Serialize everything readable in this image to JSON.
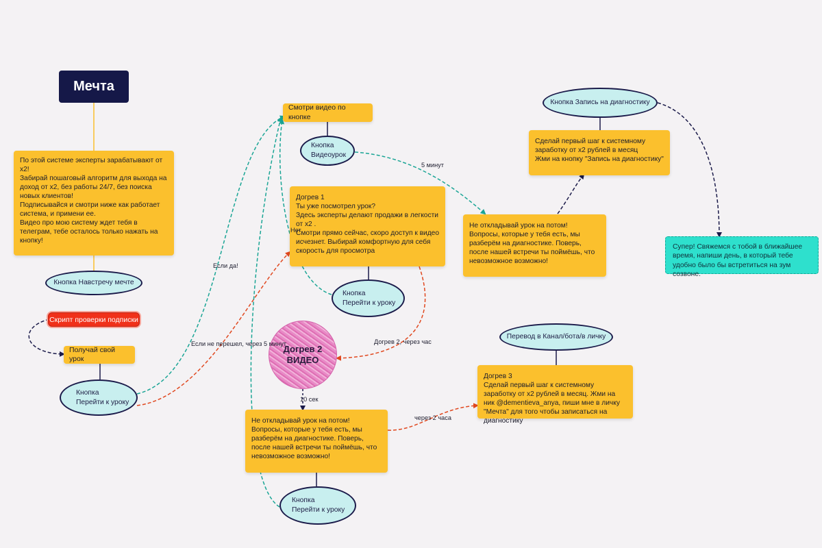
{
  "nodes": {
    "title": "Мечта",
    "intro": "По этой системе эксперты зарабатывают от х2!\nЗабирай пошаговый алгоритм для выхода на доход от х2, без работы 24/7, без поиска новых клиентов!\nПодписывайся и смотри ниже как работает система, и примени ее.\nВидео про мою систему ждет тебя в телеграм, тебе осталось только нажать на кнопку!",
    "btn_dream": "Кнопка Навстречу мечте",
    "sub_check": "Скрипт проверки подписки",
    "get_lesson": "Получай свой урок",
    "btn_lesson_1": "Кнопка\nПерейти к уроку",
    "watch_video": "Смотри видео по кнопке",
    "btn_video": "Кнопка\nВидеоурок",
    "nudge1": "Догрев 1\nТы уже посмотрел урок?\nЗдесь эксперты делают продажи в легкости от х2 .\nСмотри прямо сейчас, скоро доступ к видео исчезнет. Выбирай комфортную для себя скорость для просмотра",
    "btn_lesson_2": "Кнопка\nПерейти к уроку",
    "dont_delay_1": "Не откладывай урок на потом!\nВопросы, которые у тебя есть, мы разберём на диагностике. Поверь, после нашей встречи ты поймёшь, что невозможное возможно!",
    "first_step": "Сделай первый шаг к системному заработку от х2 рублей в месяц\nЖми на кнопку \"Запись на диагностику\"",
    "btn_diag": "Кнопка Запись на диагностику",
    "super": "Супер! Свяжемся с тобой в ближайшее время, напиши день, в который тебе удобно было бы встретиться на зум созвоне.",
    "nudge2_video": "Догрев 2\nВИДЕО",
    "dont_delay_2": "Не откладывай урок на потом!\nВопросы, которые у тебя есть, мы разберём на диагностике. Поверь, после нашей встречи ты поймёшь, что невозможное возможно!",
    "btn_lesson_3": "Кнопка\nПерейти к уроку",
    "nudge3": "Догрев 3\nСделай первый шаг к системному заработку от х2 рублей в месяц. Жми на ник @dementieva_anya, пиши мне в личку \"Мечта\" для того чтобы записаться на диагностику",
    "transfer": "Перевод в Канал/бота/в личку"
  },
  "edge_labels": {
    "five_min": "5 минут",
    "if_yes": "Если да!",
    "if_no": "Нет",
    "if_not_5min": "Если не перешел, через 5 минут",
    "nudge2_hour": "Догрев 2, через час",
    "ten_sec": "10 сек",
    "two_hours": "через 2 часа"
  },
  "colors": {
    "sticky": "#fbc02d",
    "oval": "#c8efef",
    "navy": "#151848",
    "teal_edge": "#1aa595",
    "red_edge": "#e0481f",
    "navy_edge": "#1b1b4a",
    "teal_box": "#2ee0cd",
    "pink": "#e88ac6",
    "yellow_line": "#fbc02d"
  }
}
